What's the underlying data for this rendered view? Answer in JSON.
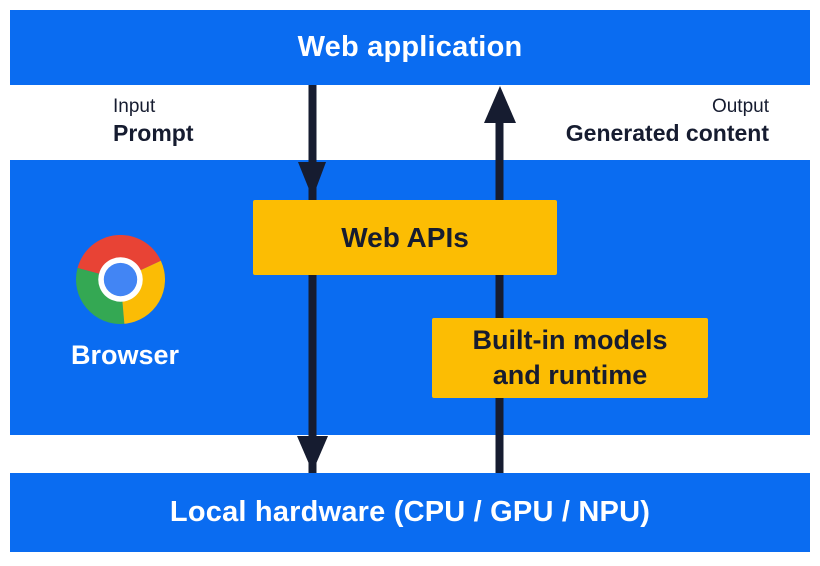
{
  "diagram": {
    "top_layer": {
      "title": "Web application"
    },
    "io_labels": {
      "input_title": "Input",
      "input_value": "Prompt",
      "output_title": "Output",
      "output_value": "Generated content"
    },
    "browser_layer": {
      "browser_label": "Browser",
      "web_apis": "Web APIs",
      "builtin_line1": "Built-in models",
      "builtin_line2": "and runtime"
    },
    "bottom_layer": {
      "title": "Local hardware (CPU / GPU / NPU)"
    },
    "arrows": [
      {
        "name": "prompt-flow",
        "direction": "down",
        "from": "Web application",
        "to": "Local hardware (CPU / GPU / NPU)"
      },
      {
        "name": "generated-content-flow",
        "direction": "up",
        "from": "Local hardware (CPU / GPU / NPU)",
        "to": "Web application"
      }
    ],
    "icons": {
      "chrome_logo": "chrome-browser-logo"
    },
    "colors": {
      "layer_blue": "#0a6cf1",
      "box_yellow": "#fcbd03",
      "ink_navy": "#161c30",
      "text_white": "#ffffff",
      "chrome_red": "#e84335",
      "chrome_yellow": "#fbbc05",
      "chrome_green": "#34a853",
      "chrome_blue": "#4285f4"
    }
  }
}
